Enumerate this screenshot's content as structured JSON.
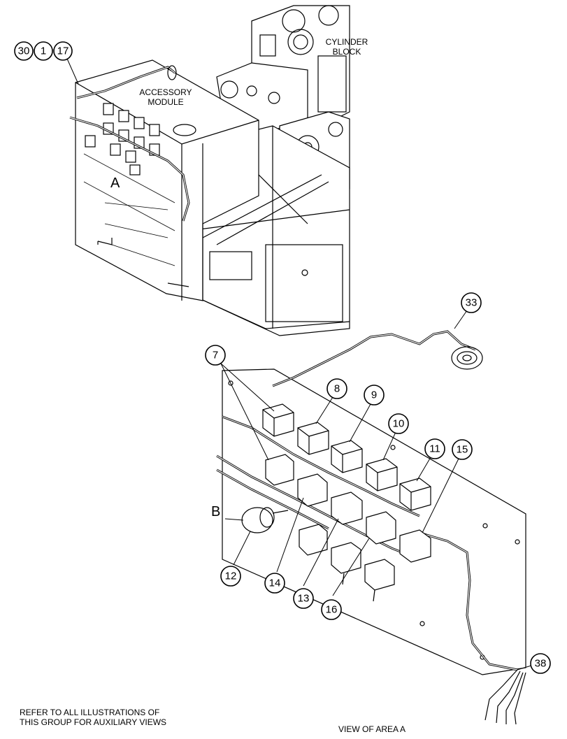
{
  "labels": {
    "accessory_module": [
      "ACCESSORY",
      "MODULE"
    ],
    "cylinder_block": [
      "CYLINDER",
      "BLOCK"
    ],
    "area_a": "A",
    "area_b": "B"
  },
  "notes": {
    "refer_line1": "REFER TO ALL ILLUSTRATIONS OF",
    "refer_line2": "THIS GROUP FOR AUXILIARY VIEWS",
    "view_caption": "VIEW OF AREA A"
  },
  "callouts": [
    "30",
    "1",
    "17",
    "33",
    "7",
    "8",
    "9",
    "10",
    "11",
    "15",
    "12",
    "14",
    "13",
    "16",
    "38"
  ]
}
